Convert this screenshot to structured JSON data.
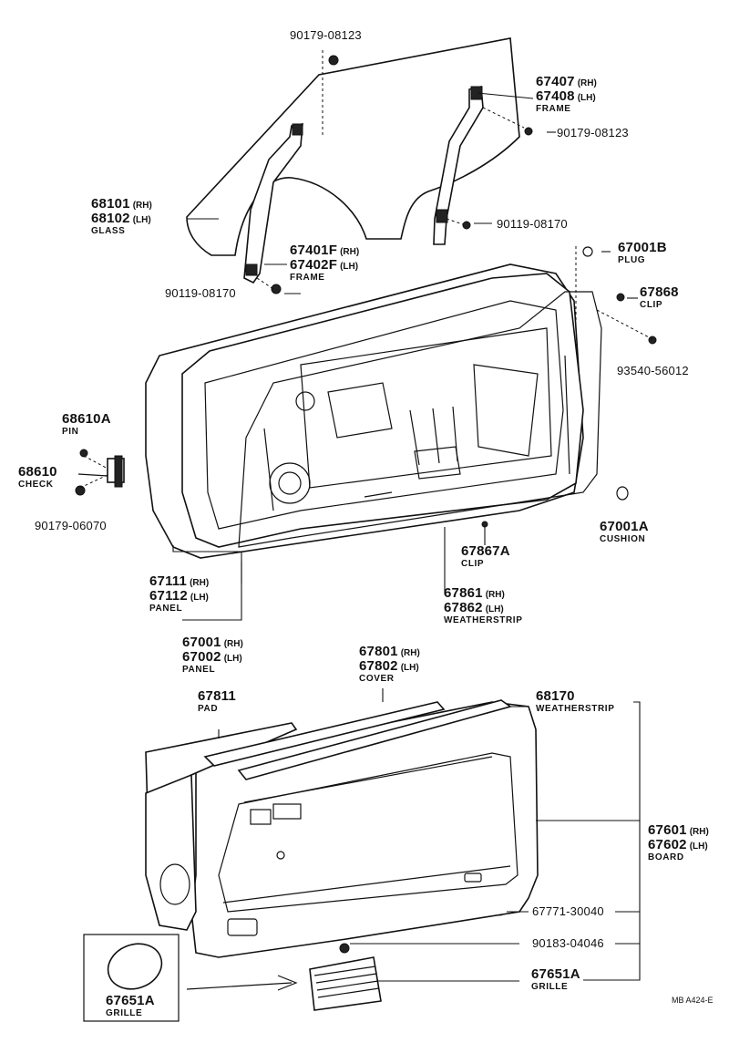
{
  "diagram_id": "MB A424-E",
  "labels": {
    "bolt_top": "90179-08123",
    "frame_rh_num": "67407",
    "frame_rh_side": "(RH)",
    "frame_lh_num": "67408",
    "frame_lh_side": "(LH)",
    "frame_name": "FRAME",
    "nut_right": "90179-08123",
    "glass_rh_num": "68101",
    "glass_rh_side": "(RH)",
    "glass_lh_num": "68102",
    "glass_lh_side": "(LH)",
    "glass_name": "GLASS",
    "bolt_right": "90119-08170",
    "plug_num": "67001B",
    "plug_name": "PLUG",
    "front_frame_rh_num": "67401F",
    "front_frame_rh_side": "(RH)",
    "front_frame_lh_num": "67402F",
    "front_frame_lh_side": "(LH)",
    "front_frame_name": "FRAME",
    "clip_num": "67868",
    "clip_name": "CLIP",
    "bolt_left": "90119-08170",
    "screw_right": "93540-56012",
    "pin_num": "68610A",
    "pin_name": "PIN",
    "check_num": "68610",
    "check_name": "CHECK",
    "nut_left": "90179-06070",
    "cushion_num": "67001A",
    "cushion_name": "CUSHION",
    "ws_clip_num": "67867A",
    "ws_clip_name": "CLIP",
    "inner_panel_rh_num": "67111",
    "inner_panel_rh_side": "(RH)",
    "inner_panel_lh_num": "67112",
    "inner_panel_lh_side": "(LH)",
    "inner_panel_name": "PANEL",
    "weatherstrip_rh_num": "67861",
    "weatherstrip_rh_side": "(RH)",
    "weatherstrip_lh_num": "67862",
    "weatherstrip_lh_side": "(LH)",
    "weatherstrip_name": "WEATHERSTRIP",
    "outer_panel_rh_num": "67001",
    "outer_panel_rh_side": "(RH)",
    "outer_panel_lh_num": "67002",
    "outer_panel_lh_side": "(LH)",
    "outer_panel_name": "PANEL",
    "cover_rh_num": "67801",
    "cover_rh_side": "(RH)",
    "cover_lh_num": "67802",
    "cover_lh_side": "(LH)",
    "cover_name": "COVER",
    "pad_num": "67811",
    "pad_name": "PAD",
    "belt_ws_num": "68170",
    "belt_ws_name": "WEATHERSTRIP",
    "board_rh_num": "67601",
    "board_rh_side": "(RH)",
    "board_lh_num": "67602",
    "board_lh_side": "(LH)",
    "board_name": "BOARD",
    "clip_board": "67771-30040",
    "screw_board": "90183-04046",
    "grille_num": "67651A",
    "grille_name": "GRILLE",
    "grille_inset_num": "67651A",
    "grille_inset_name": "GRILLE"
  }
}
